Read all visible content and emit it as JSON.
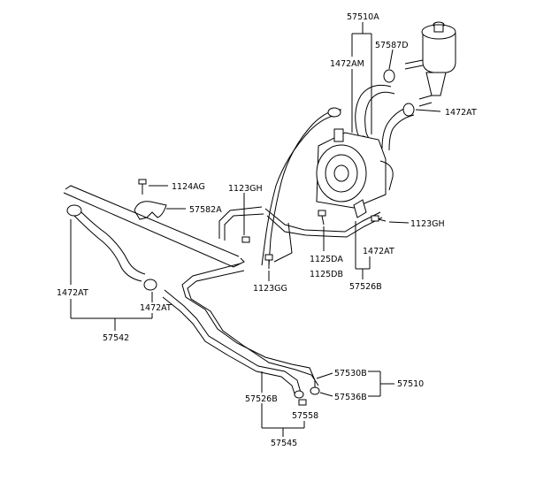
{
  "labels": {
    "l57510A": "57510A",
    "l1472AM": "1472AM",
    "l57587D": "57587D",
    "l1472AT_top": "1472AT",
    "l1124AG": "1124AG",
    "l57582A": "57582A",
    "l1123GH_left": "1123GH",
    "l1123GH_right": "1123GH",
    "l1125DA": "1125DA",
    "l1125DB": "1125DB",
    "l1472AT_mid": "1472AT",
    "l57526B_mid": "57526B",
    "l1123GG": "1123GG",
    "l1472AT_left": "1472AT",
    "l1472AT_lower": "1472AT",
    "l57542": "57542",
    "l57530B": "57530B",
    "l57536B": "57536B",
    "l57510": "57510",
    "l57526B_low": "57526B",
    "l57558": "57558",
    "l57545": "57545"
  }
}
